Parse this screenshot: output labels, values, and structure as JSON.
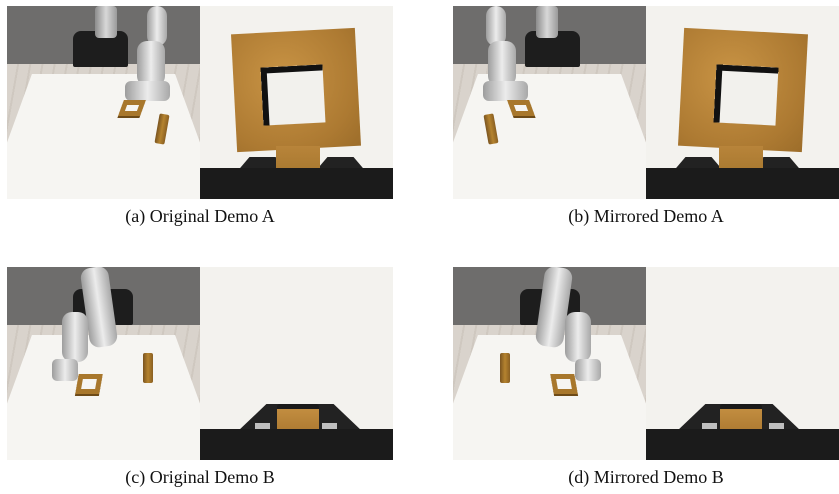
{
  "figure": {
    "panels": [
      {
        "id": "a",
        "caption": "(a) Original Demo A",
        "views": [
          "third-person-view",
          "wrist-camera-view"
        ],
        "mirrored": false,
        "task_phase": "peg-and-frame, frame grasped"
      },
      {
        "id": "b",
        "caption": "(b) Mirrored Demo A",
        "views": [
          "third-person-view",
          "wrist-camera-view"
        ],
        "mirrored": true,
        "task_phase": "peg-and-frame, frame grasped"
      },
      {
        "id": "c",
        "caption": "(c) Original Demo B",
        "views": [
          "third-person-view",
          "wrist-camera-view"
        ],
        "mirrored": false,
        "task_phase": "approach frame"
      },
      {
        "id": "d",
        "caption": "(d) Mirrored Demo B",
        "views": [
          "third-person-view",
          "wrist-camera-view"
        ],
        "mirrored": true,
        "task_phase": "approach frame"
      }
    ],
    "colors": {
      "wall": "#6e6d6c",
      "table": "#f6f5f2",
      "wood": "#b5832f",
      "gripper": "#1b1b1b"
    }
  }
}
